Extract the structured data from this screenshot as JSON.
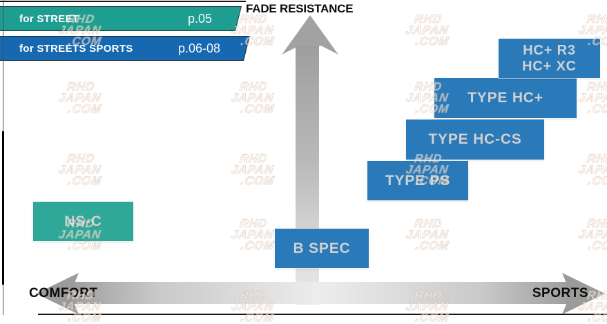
{
  "diagram": {
    "vertical_axis_label": "FADE RESISTANCE",
    "horizontal_axis_left": "COMFORT",
    "horizontal_axis_right": "SPORTS"
  },
  "banners": [
    {
      "label": "for STREET",
      "page_ref": "p.05",
      "color": "#1d9e90"
    },
    {
      "label": "for STREETS SPORTS",
      "page_ref": "p.06-08",
      "color": "#1668b1"
    }
  ],
  "products": [
    {
      "label": "NS-C",
      "color": "#2fa89a"
    },
    {
      "label": "B SPEC",
      "color": "#2a79b8"
    },
    {
      "label": "TYPE PS",
      "color": "#2a79b8"
    },
    {
      "label": "TYPE HC-CS",
      "color": "#2a79b8"
    },
    {
      "label": "TYPE HC+",
      "color": "#2a79b8"
    },
    {
      "label": "HC+ R3",
      "label_line2": "HC+ XC",
      "color": "#2a79b8"
    }
  ],
  "watermark": {
    "lines": [
      "RHD",
      "JAPAN",
      ".COM"
    ]
  }
}
